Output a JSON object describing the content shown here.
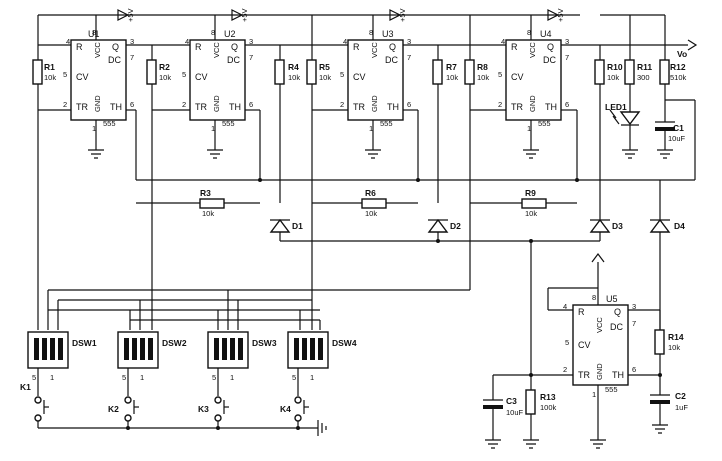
{
  "supply": "+5V",
  "output": "Vo",
  "timers": [
    {
      "ref": "U1",
      "part": "555",
      "pins": {
        "r": "R",
        "vcc": "VCC",
        "q": "Q",
        "dc": "DC",
        "cv": "CV",
        "tr": "TR",
        "gnd": "GND",
        "th": "TH"
      },
      "pin_numbers": {
        "p4": "4",
        "p8": "8",
        "p3": "3",
        "p7": "7",
        "p5": "5",
        "p2": "2",
        "p1": "1",
        "p6": "6"
      }
    },
    {
      "ref": "U2",
      "part": "555",
      "pins": {
        "r": "R",
        "vcc": "VCC",
        "q": "Q",
        "dc": "DC",
        "cv": "CV",
        "tr": "TR",
        "gnd": "GND",
        "th": "TH"
      },
      "pin_numbers": {
        "p4": "4",
        "p8": "8",
        "p3": "3",
        "p7": "7",
        "p5": "5",
        "p2": "2",
        "p1": "1",
        "p6": "6"
      }
    },
    {
      "ref": "U3",
      "part": "555",
      "pins": {
        "r": "R",
        "vcc": "VCC",
        "q": "Q",
        "dc": "DC",
        "cv": "CV",
        "tr": "TR",
        "gnd": "GND",
        "th": "TH"
      },
      "pin_numbers": {
        "p4": "4",
        "p8": "8",
        "p3": "3",
        "p7": "7",
        "p5": "5",
        "p2": "2",
        "p1": "1",
        "p6": "6"
      }
    },
    {
      "ref": "U4",
      "part": "555",
      "pins": {
        "r": "R",
        "vcc": "VCC",
        "q": "Q",
        "dc": "DC",
        "cv": "CV",
        "tr": "TR",
        "gnd": "GND",
        "th": "TH"
      },
      "pin_numbers": {
        "p4": "4",
        "p8": "8",
        "p3": "3",
        "p7": "7",
        "p5": "5",
        "p2": "2",
        "p1": "1",
        "p6": "6"
      }
    },
    {
      "ref": "U5",
      "part": "555",
      "pins": {
        "r": "R",
        "vcc": "VCC",
        "q": "Q",
        "dc": "DC",
        "cv": "CV",
        "tr": "TR",
        "gnd": "GND",
        "th": "TH"
      },
      "pin_numbers": {
        "p4": "4",
        "p8": "8",
        "p3": "3",
        "p7": "7",
        "p5": "5",
        "p2": "2",
        "p1": "1",
        "p6": "6"
      }
    }
  ],
  "resistors": [
    {
      "ref": "R1",
      "value": "10k"
    },
    {
      "ref": "R2",
      "value": "10k"
    },
    {
      "ref": "R3",
      "value": "10k"
    },
    {
      "ref": "R4",
      "value": "10k"
    },
    {
      "ref": "R5",
      "value": "10k"
    },
    {
      "ref": "R6",
      "value": "10k"
    },
    {
      "ref": "R7",
      "value": "10k"
    },
    {
      "ref": "R8",
      "value": "10k"
    },
    {
      "ref": "R9",
      "value": "10k"
    },
    {
      "ref": "R10",
      "value": "10k"
    },
    {
      "ref": "R11",
      "value": "300"
    },
    {
      "ref": "R12",
      "value": "510k"
    },
    {
      "ref": "R13",
      "value": "100k"
    },
    {
      "ref": "R14",
      "value": "10k"
    }
  ],
  "capacitors": [
    {
      "ref": "C1",
      "value": "10uF"
    },
    {
      "ref": "C2",
      "value": "1uF"
    },
    {
      "ref": "C3",
      "value": "10uF"
    }
  ],
  "diodes": [
    "D1",
    "D2",
    "D3",
    "D4"
  ],
  "led": "LED1",
  "dip_switches": [
    "DSW1",
    "DSW2",
    "DSW3",
    "DSW4"
  ],
  "dip_pins": {
    "a": "5",
    "b": "1"
  },
  "keys": [
    "K1",
    "K2",
    "K3",
    "K4"
  ]
}
